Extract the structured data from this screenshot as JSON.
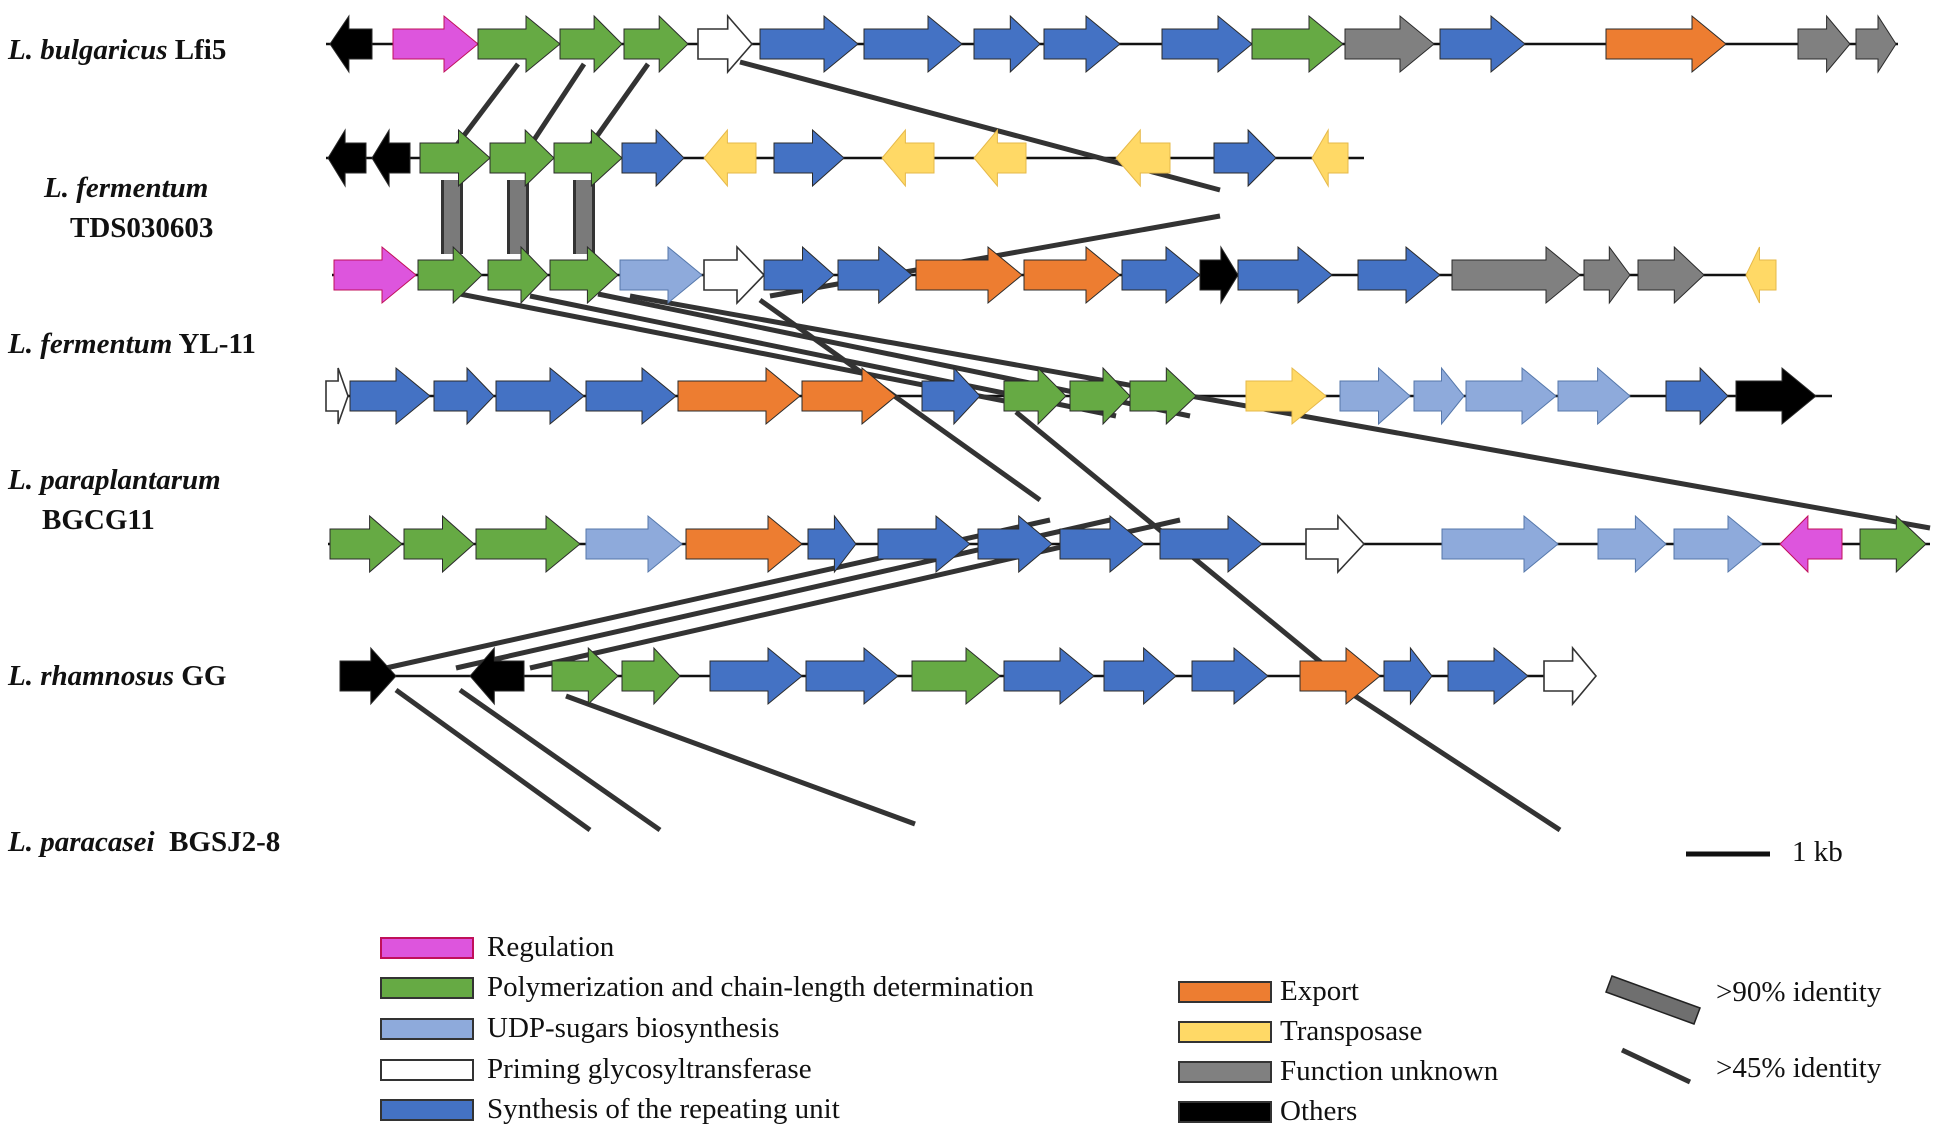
{
  "organisms": [
    {
      "italic": "L. bulgaricus",
      "rest": " Lfi5",
      "line2": ""
    },
    {
      "italic": "L. fermentum",
      "rest": "",
      "line2": "TDS030603"
    },
    {
      "italic": "L. fermentum",
      "rest": " YL-11",
      "line2": ""
    },
    {
      "italic": "L. paraplantarum",
      "rest": "",
      "line2": "BGCG11"
    },
    {
      "italic": "L. rhamnosus",
      "rest": " GG",
      "line2": ""
    },
    {
      "italic": "L. paracasei",
      "rest": "  BGSJ2-8",
      "line2": ""
    }
  ],
  "scale": {
    "label": "1 kb"
  },
  "colors": {
    "regulation": "#dd55dd",
    "polymerization": "#66aa44",
    "udp": "#8eaadb",
    "priming": "#ffffff",
    "synthesis": "#4472c4",
    "export": "#ed7d31",
    "transposase": "#ffd966",
    "unknown": "#808080",
    "others": "#000000"
  },
  "legend": {
    "regulation": "Regulation",
    "polymerization": "Polymerization and chain-length determination",
    "udp": "UDP-sugars biosynthesis",
    "priming": "Priming glycosyltransferase",
    "synthesis": "Synthesis of the repeating unit",
    "export": "Export",
    "transposase": "Transposase",
    "unknown": "Function unknown",
    "others": "Others",
    "identity90": ">90% identity",
    "identity45": ">45% identity"
  }
}
